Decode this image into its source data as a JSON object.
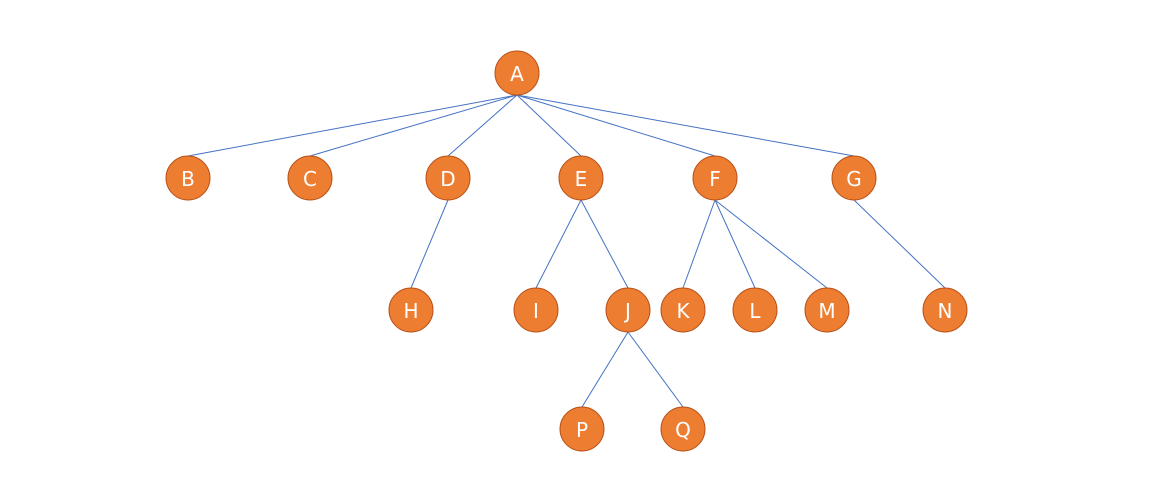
{
  "style": {
    "node_fill": "#ed7d31",
    "node_stroke": "#b9531a",
    "edge_color": "#4472c4",
    "label_color": "#ffffff",
    "background": "#ffffff"
  },
  "tree": {
    "nodes": [
      {
        "id": "A",
        "label": "A"
      },
      {
        "id": "B",
        "label": "B"
      },
      {
        "id": "C",
        "label": "C"
      },
      {
        "id": "D",
        "label": "D"
      },
      {
        "id": "E",
        "label": "E"
      },
      {
        "id": "F",
        "label": "F"
      },
      {
        "id": "G",
        "label": "G"
      },
      {
        "id": "H",
        "label": "H"
      },
      {
        "id": "I",
        "label": "I"
      },
      {
        "id": "J",
        "label": "J"
      },
      {
        "id": "K",
        "label": "K"
      },
      {
        "id": "L",
        "label": "L"
      },
      {
        "id": "M",
        "label": "M"
      },
      {
        "id": "N",
        "label": "N"
      },
      {
        "id": "P",
        "label": "P"
      },
      {
        "id": "Q",
        "label": "Q"
      }
    ],
    "edges": [
      [
        "A",
        "B"
      ],
      [
        "A",
        "C"
      ],
      [
        "A",
        "D"
      ],
      [
        "A",
        "E"
      ],
      [
        "A",
        "F"
      ],
      [
        "A",
        "G"
      ],
      [
        "D",
        "H"
      ],
      [
        "E",
        "I"
      ],
      [
        "E",
        "J"
      ],
      [
        "F",
        "K"
      ],
      [
        "F",
        "L"
      ],
      [
        "F",
        "M"
      ],
      [
        "G",
        "N"
      ],
      [
        "J",
        "P"
      ],
      [
        "J",
        "Q"
      ]
    ]
  }
}
